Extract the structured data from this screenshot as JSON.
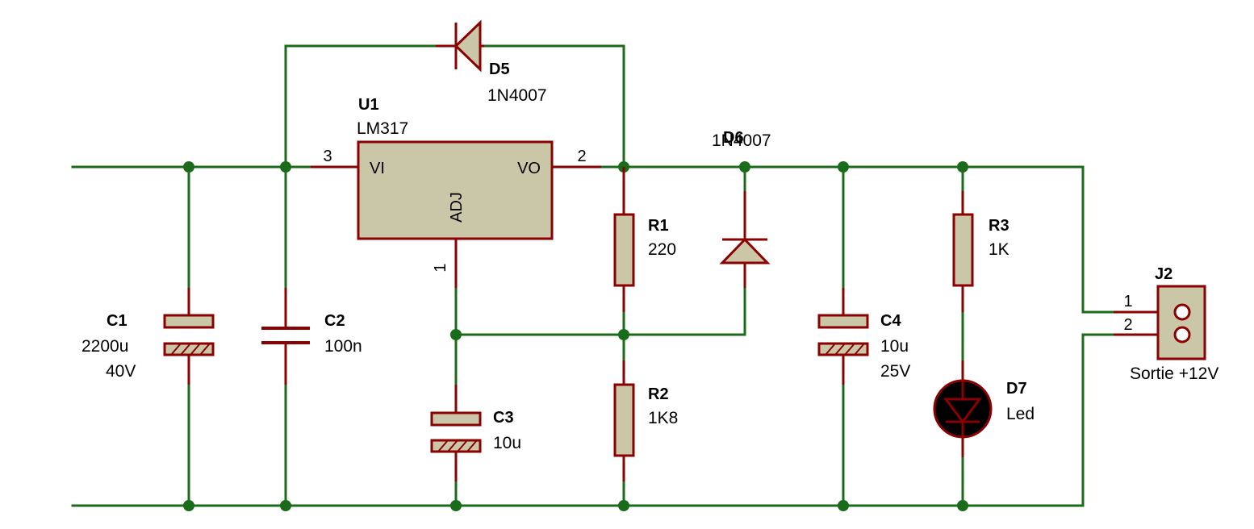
{
  "components": {
    "U1": {
      "name": "U1",
      "value": "LM317",
      "pin_vi": "VI",
      "pin_vo": "VO",
      "pin_adj": "ADJ",
      "pin3": "3",
      "pin2": "2",
      "pin1": "1"
    },
    "D5": {
      "name": "D5",
      "value": "1N4007"
    },
    "D6": {
      "name": "D6",
      "value": "1N4007"
    },
    "R1": {
      "name": "R1",
      "value": "220"
    },
    "R2": {
      "name": "R2",
      "value": "1K8"
    },
    "R3": {
      "name": "R3",
      "value": "1K"
    },
    "C1": {
      "name": "C1",
      "value": "2200u",
      "rating": "40V"
    },
    "C2": {
      "name": "C2",
      "value": "100n"
    },
    "C3": {
      "name": "C3",
      "value": "10u"
    },
    "C4": {
      "name": "C4",
      "value": "10u",
      "rating": "25V"
    },
    "D7": {
      "name": "D7",
      "value": "Led"
    },
    "J2": {
      "name": "J2",
      "value": "Sortie +12V",
      "pin1": "1",
      "pin2": "2"
    }
  },
  "colors": {
    "wire": "#1a6b1a",
    "pin": "#8b0000",
    "body": "#c9c7a8",
    "led": "#000000"
  }
}
